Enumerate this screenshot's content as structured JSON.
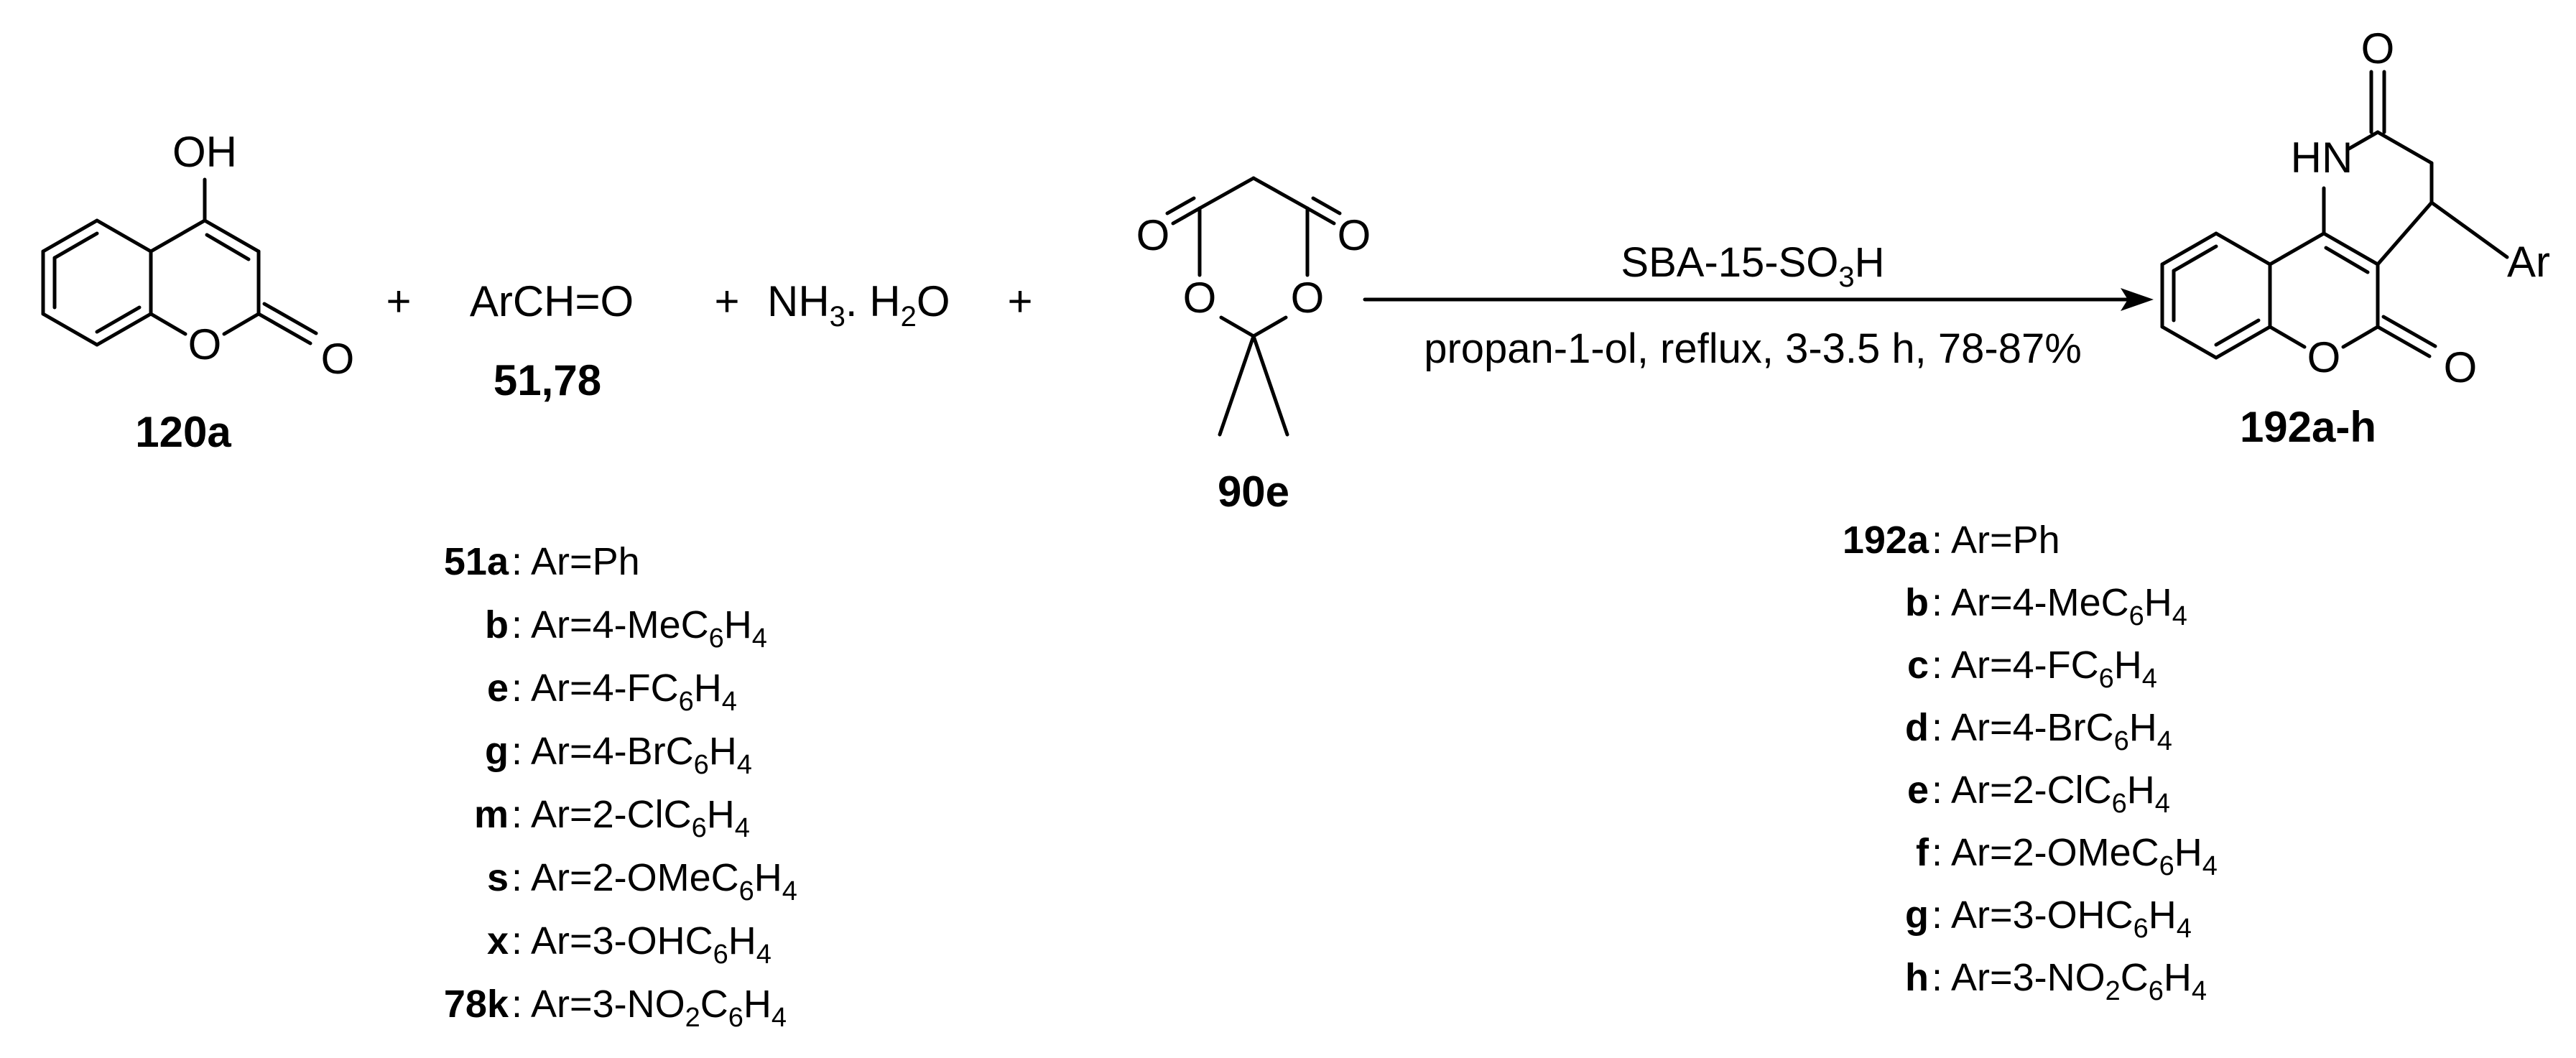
{
  "reactants": {
    "hydroxycoumarin": {
      "label": "120a",
      "atoms": {
        "oh": "OH",
        "ring_o": "O",
        "carbonyl_o": "O"
      }
    },
    "aldehyde": {
      "formula": "ArCH=O",
      "label": "51,78"
    },
    "ammonia": {
      "nh3": "NH",
      "sub3": "3",
      "dot_h": ". H",
      "sub2": "2",
      "o": "O"
    },
    "meldrums_acid": {
      "label": "90e",
      "atoms": {
        "o_left": "O",
        "o_right": "O",
        "ring_o_left": "O",
        "ring_o_right": "O"
      }
    }
  },
  "plus_signs": [
    "+",
    "+",
    "+"
  ],
  "arrow": {
    "reagent_main": "SBA-15-SO",
    "reagent_sub3": "3",
    "reagent_h": "H",
    "conditions": "propan-1-ol, reflux, 3-3.5 h, 78-87%"
  },
  "product": {
    "label": "192a-h",
    "atoms": {
      "top_o": "O",
      "nh": "HN",
      "ar": "Ar",
      "ring_o": "O",
      "carbonyl_o": "O"
    }
  },
  "aldehyde_list": [
    {
      "id": "51a",
      "pre": "Ar=Ph",
      "sub1": "",
      "mid": "",
      "sub2": ""
    },
    {
      "id": "b",
      "pre": "Ar=4-MeC",
      "sub1": "6",
      "mid": "H",
      "sub2": "4"
    },
    {
      "id": "e",
      "pre": "Ar=4-FC",
      "sub1": "6",
      "mid": "H",
      "sub2": "4"
    },
    {
      "id": "g",
      "pre": "Ar=4-BrC",
      "sub1": "6",
      "mid": "H",
      "sub2": "4"
    },
    {
      "id": "m",
      "pre": "Ar=2-ClC",
      "sub1": "6",
      "mid": "H",
      "sub2": "4"
    },
    {
      "id": "s",
      "pre": "Ar=2-OMeC",
      "sub1": "6",
      "mid": "H",
      "sub2": "4"
    },
    {
      "id": "x",
      "pre": "Ar=3-OHC",
      "sub1": "6",
      "mid": "H",
      "sub2": "4"
    },
    {
      "id": "78k",
      "pre": "Ar=3-NO",
      "sub1": "2",
      "mid": "C",
      "sub2": "6",
      "tail": "H",
      "sub3": "4"
    }
  ],
  "product_list": [
    {
      "id": "192a",
      "pre": "Ar=Ph",
      "sub1": "",
      "mid": "",
      "sub2": ""
    },
    {
      "id": "b",
      "pre": "Ar=4-MeC",
      "sub1": "6",
      "mid": "H",
      "sub2": "4"
    },
    {
      "id": "c",
      "pre": "Ar=4-FC",
      "sub1": "6",
      "mid": "H",
      "sub2": "4"
    },
    {
      "id": "d",
      "pre": "Ar=4-BrC",
      "sub1": "6",
      "mid": "H",
      "sub2": "4"
    },
    {
      "id": "e",
      "pre": "Ar=2-ClC",
      "sub1": "6",
      "mid": "H",
      "sub2": "4"
    },
    {
      "id": "f",
      "pre": "Ar=2-OMeC",
      "sub1": "6",
      "mid": "H",
      "sub2": "4"
    },
    {
      "id": "g",
      "pre": "Ar=3-OHC",
      "sub1": "6",
      "mid": "H",
      "sub2": "4"
    },
    {
      "id": "h",
      "pre": "Ar=3-NO",
      "sub1": "2",
      "mid": "C",
      "sub2": "6",
      "tail": "H",
      "sub3": "4"
    }
  ]
}
